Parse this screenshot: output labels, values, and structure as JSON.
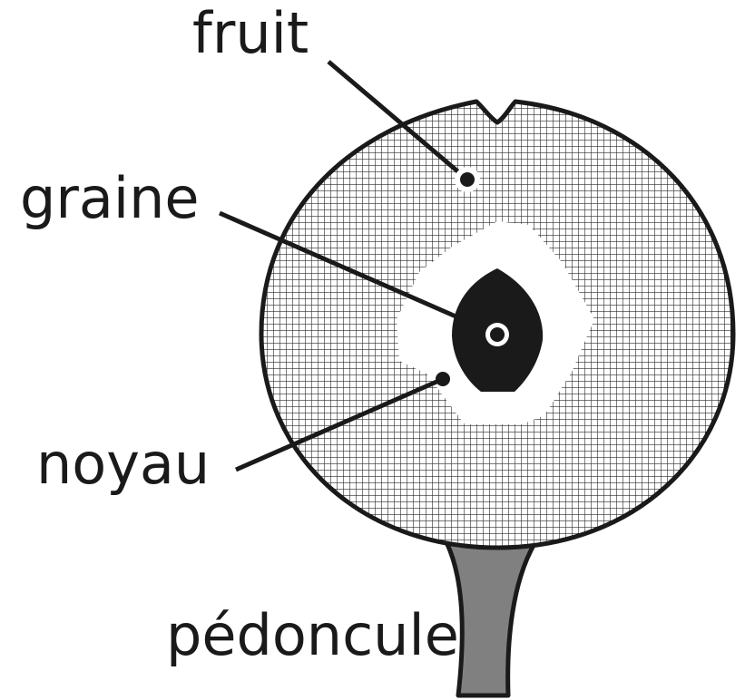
{
  "labels": {
    "fruit": "fruit",
    "graine": "graine",
    "noyau": "noyau",
    "pedoncule": "pédoncule"
  },
  "colors": {
    "outline": "#1a1a1a",
    "flesh_hatch": "#1a1a1a",
    "stone": "#ffffff",
    "seed": "#1a1a1a",
    "stalk": "#808080",
    "background": "#ffffff"
  }
}
